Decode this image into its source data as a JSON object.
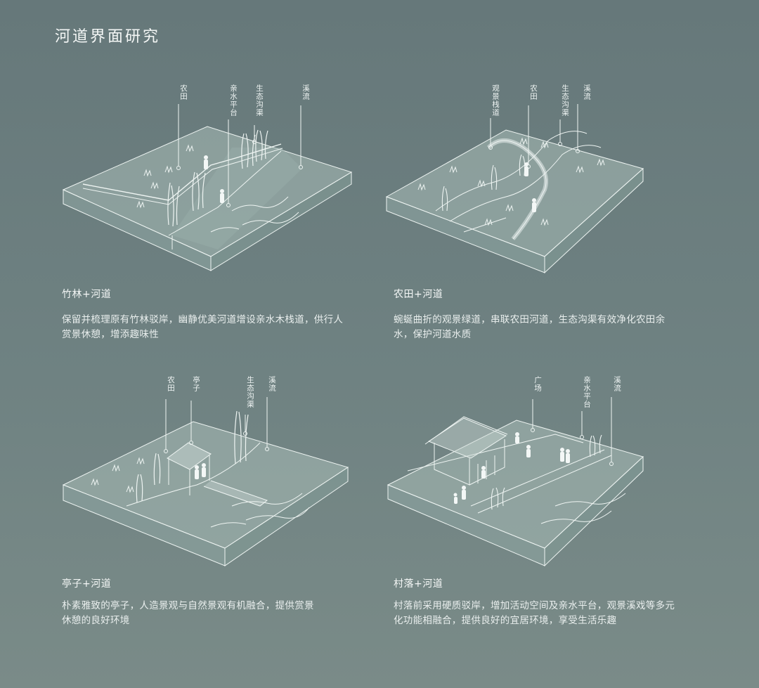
{
  "page": {
    "title": "河道界面研究"
  },
  "panels": [
    {
      "id": "bamboo",
      "title": "竹林+河道",
      "desc_line1": "保留并梳理原有竹林驳岸，幽静优美河道增设亲水木栈道，供行人",
      "desc_line2": "赏景休憩，增添趣味性",
      "labels": [
        "农田",
        "亲水平台",
        "生态沟渠",
        "溪流"
      ]
    },
    {
      "id": "farmland",
      "title": "农田+河道",
      "desc_line1": "蜿蜒曲折的观景绿道，串联农田河道，生态沟渠有效净化农田余",
      "desc_line2": "水，保护河道水质",
      "labels": [
        "观景栈道",
        "农田",
        "生态沟渠",
        "溪流"
      ]
    },
    {
      "id": "pavilion",
      "title": "亭子+河道",
      "desc_line1": "朴素雅致的亭子，人造景观与自然景观有机融合，提供赏景",
      "desc_line2": "休憩的良好环境",
      "labels": [
        "农田",
        "亭子",
        "生态沟渠",
        "溪流"
      ]
    },
    {
      "id": "village",
      "title": "村落+河道",
      "desc_line1": "村落前采用硬质驳岸，增加活动空间及亲水平台，观景溪戏等多元",
      "desc_line2": "化功能相融合，提供良好的宜居环境，享受生活乐趣",
      "labels": [
        "广场",
        "亲水平台",
        "溪流"
      ]
    }
  ],
  "colors": {
    "line": "#eef4f2",
    "block_top": "#a9bdb9",
    "block_side": "#8fa6a2",
    "stream": "#95aaa6"
  }
}
